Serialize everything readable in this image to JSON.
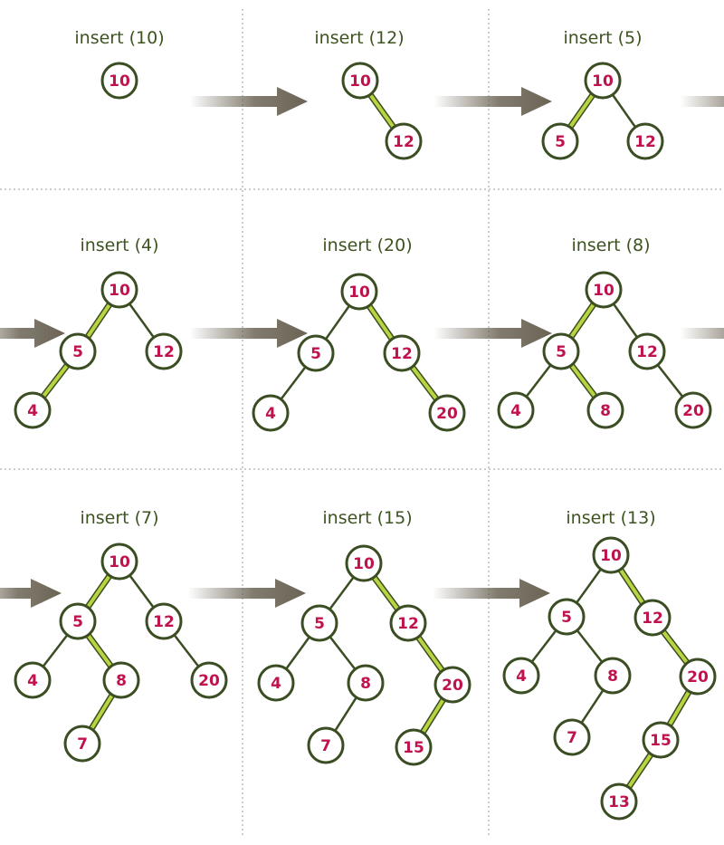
{
  "colors": {
    "edge": "#3b4d22",
    "highlight": "#b9d441",
    "node_border": "#3b4d22",
    "node_text": "#c0134d",
    "title": "#3d5320",
    "arrow": "#6b6455",
    "separator": "#9a9a9a"
  },
  "panels": [
    {
      "title": "insert (10)",
      "nodes": [
        {
          "id": "10",
          "label": "10"
        }
      ],
      "edges": [],
      "path": []
    },
    {
      "title": "insert (12)",
      "nodes": [
        {
          "id": "10",
          "label": "10"
        },
        {
          "id": "12",
          "label": "12"
        }
      ],
      "edges": [
        [
          "10",
          "12"
        ]
      ],
      "path": [
        [
          "10",
          "12"
        ]
      ]
    },
    {
      "title": "insert (5)",
      "nodes": [
        {
          "id": "10",
          "label": "10"
        },
        {
          "id": "5",
          "label": "5"
        },
        {
          "id": "12",
          "label": "12"
        }
      ],
      "edges": [
        [
          "10",
          "5"
        ],
        [
          "10",
          "12"
        ]
      ],
      "path": [
        [
          "10",
          "5"
        ]
      ]
    },
    {
      "title": "insert (4)",
      "nodes": [
        {
          "id": "10",
          "label": "10"
        },
        {
          "id": "5",
          "label": "5"
        },
        {
          "id": "12",
          "label": "12"
        },
        {
          "id": "4",
          "label": "4"
        }
      ],
      "edges": [
        [
          "10",
          "5"
        ],
        [
          "10",
          "12"
        ],
        [
          "5",
          "4"
        ]
      ],
      "path": [
        [
          "10",
          "5"
        ],
        [
          "5",
          "4"
        ]
      ]
    },
    {
      "title": "insert (20)",
      "nodes": [
        {
          "id": "10",
          "label": "10"
        },
        {
          "id": "5",
          "label": "5"
        },
        {
          "id": "12",
          "label": "12"
        },
        {
          "id": "4",
          "label": "4"
        },
        {
          "id": "20",
          "label": "20"
        }
      ],
      "edges": [
        [
          "10",
          "5"
        ],
        [
          "10",
          "12"
        ],
        [
          "5",
          "4"
        ],
        [
          "12",
          "20"
        ]
      ],
      "path": [
        [
          "10",
          "12"
        ],
        [
          "12",
          "20"
        ]
      ]
    },
    {
      "title": "insert (8)",
      "nodes": [
        {
          "id": "10",
          "label": "10"
        },
        {
          "id": "5",
          "label": "5"
        },
        {
          "id": "12",
          "label": "12"
        },
        {
          "id": "4",
          "label": "4"
        },
        {
          "id": "8",
          "label": "8"
        },
        {
          "id": "20",
          "label": "20"
        }
      ],
      "edges": [
        [
          "10",
          "5"
        ],
        [
          "10",
          "12"
        ],
        [
          "5",
          "4"
        ],
        [
          "5",
          "8"
        ],
        [
          "12",
          "20"
        ]
      ],
      "path": [
        [
          "10",
          "5"
        ],
        [
          "5",
          "8"
        ]
      ]
    },
    {
      "title": "insert (7)",
      "nodes": [
        {
          "id": "10",
          "label": "10"
        },
        {
          "id": "5",
          "label": "5"
        },
        {
          "id": "12",
          "label": "12"
        },
        {
          "id": "4",
          "label": "4"
        },
        {
          "id": "8",
          "label": "8"
        },
        {
          "id": "20",
          "label": "20"
        },
        {
          "id": "7",
          "label": "7"
        }
      ],
      "edges": [
        [
          "10",
          "5"
        ],
        [
          "10",
          "12"
        ],
        [
          "5",
          "4"
        ],
        [
          "5",
          "8"
        ],
        [
          "12",
          "20"
        ],
        [
          "8",
          "7"
        ]
      ],
      "path": [
        [
          "10",
          "5"
        ],
        [
          "5",
          "8"
        ],
        [
          "8",
          "7"
        ]
      ]
    },
    {
      "title": "insert (15)",
      "nodes": [
        {
          "id": "10",
          "label": "10"
        },
        {
          "id": "5",
          "label": "5"
        },
        {
          "id": "12",
          "label": "12"
        },
        {
          "id": "4",
          "label": "4"
        },
        {
          "id": "8",
          "label": "8"
        },
        {
          "id": "20",
          "label": "20"
        },
        {
          "id": "7",
          "label": "7"
        },
        {
          "id": "15",
          "label": "15"
        }
      ],
      "edges": [
        [
          "10",
          "5"
        ],
        [
          "10",
          "12"
        ],
        [
          "5",
          "4"
        ],
        [
          "5",
          "8"
        ],
        [
          "12",
          "20"
        ],
        [
          "8",
          "7"
        ],
        [
          "20",
          "15"
        ]
      ],
      "path": [
        [
          "10",
          "12"
        ],
        [
          "12",
          "20"
        ],
        [
          "20",
          "15"
        ]
      ]
    },
    {
      "title": "insert (13)",
      "nodes": [
        {
          "id": "10",
          "label": "10"
        },
        {
          "id": "5",
          "label": "5"
        },
        {
          "id": "12",
          "label": "12"
        },
        {
          "id": "4",
          "label": "4"
        },
        {
          "id": "8",
          "label": "8"
        },
        {
          "id": "20",
          "label": "20"
        },
        {
          "id": "7",
          "label": "7"
        },
        {
          "id": "15",
          "label": "15"
        },
        {
          "id": "13",
          "label": "13"
        }
      ],
      "edges": [
        [
          "10",
          "5"
        ],
        [
          "10",
          "12"
        ],
        [
          "5",
          "4"
        ],
        [
          "5",
          "8"
        ],
        [
          "12",
          "20"
        ],
        [
          "8",
          "7"
        ],
        [
          "20",
          "15"
        ],
        [
          "15",
          "13"
        ]
      ],
      "path": [
        [
          "10",
          "12"
        ],
        [
          "12",
          "20"
        ],
        [
          "20",
          "15"
        ],
        [
          "15",
          "13"
        ]
      ]
    }
  ]
}
